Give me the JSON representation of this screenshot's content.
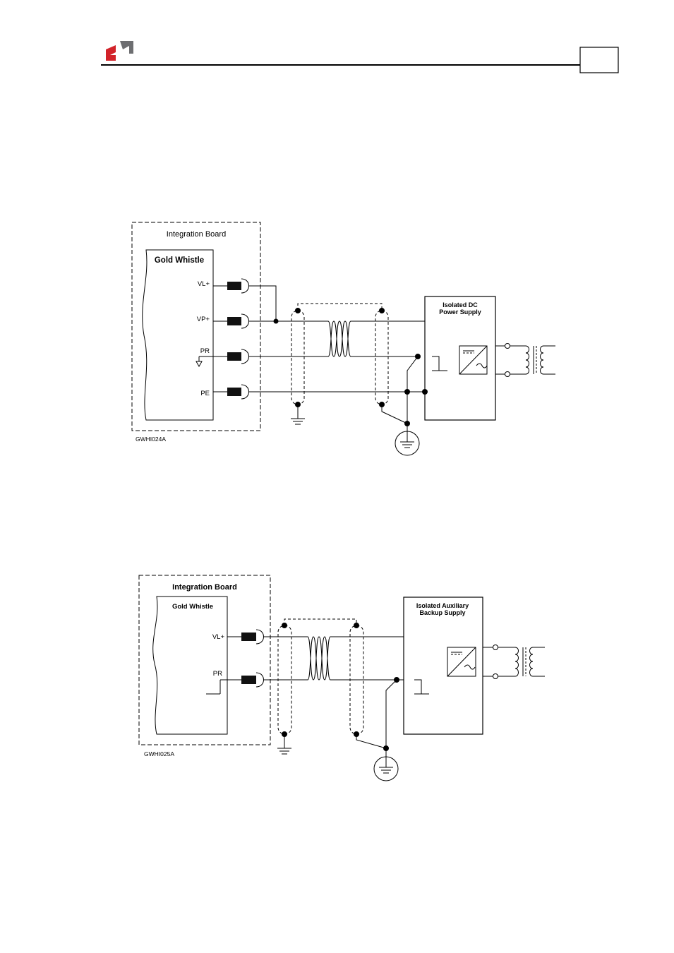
{
  "header": {
    "logo": "company-logo",
    "page_box": ""
  },
  "figure1": {
    "board_title": "Integration Board",
    "drive_title": "Gold Whistle",
    "pins": [
      "VL+",
      "VP+",
      "PR",
      "PE"
    ],
    "supply_title_line1": "Isolated DC",
    "supply_title_line2": "Power Supply",
    "figure_id": "GWHI024A"
  },
  "figure2": {
    "board_title": "Integration Board",
    "drive_title": "Gold Whistle",
    "pins": [
      "VL+",
      "PR"
    ],
    "supply_title_line1": "Isolated Auxiliary",
    "supply_title_line2": "Backup Supply",
    "figure_id": "GWHI025A"
  },
  "colors": {
    "logo_red": "#d2232a",
    "logo_grey": "#6d6e71",
    "line": "#000000"
  }
}
